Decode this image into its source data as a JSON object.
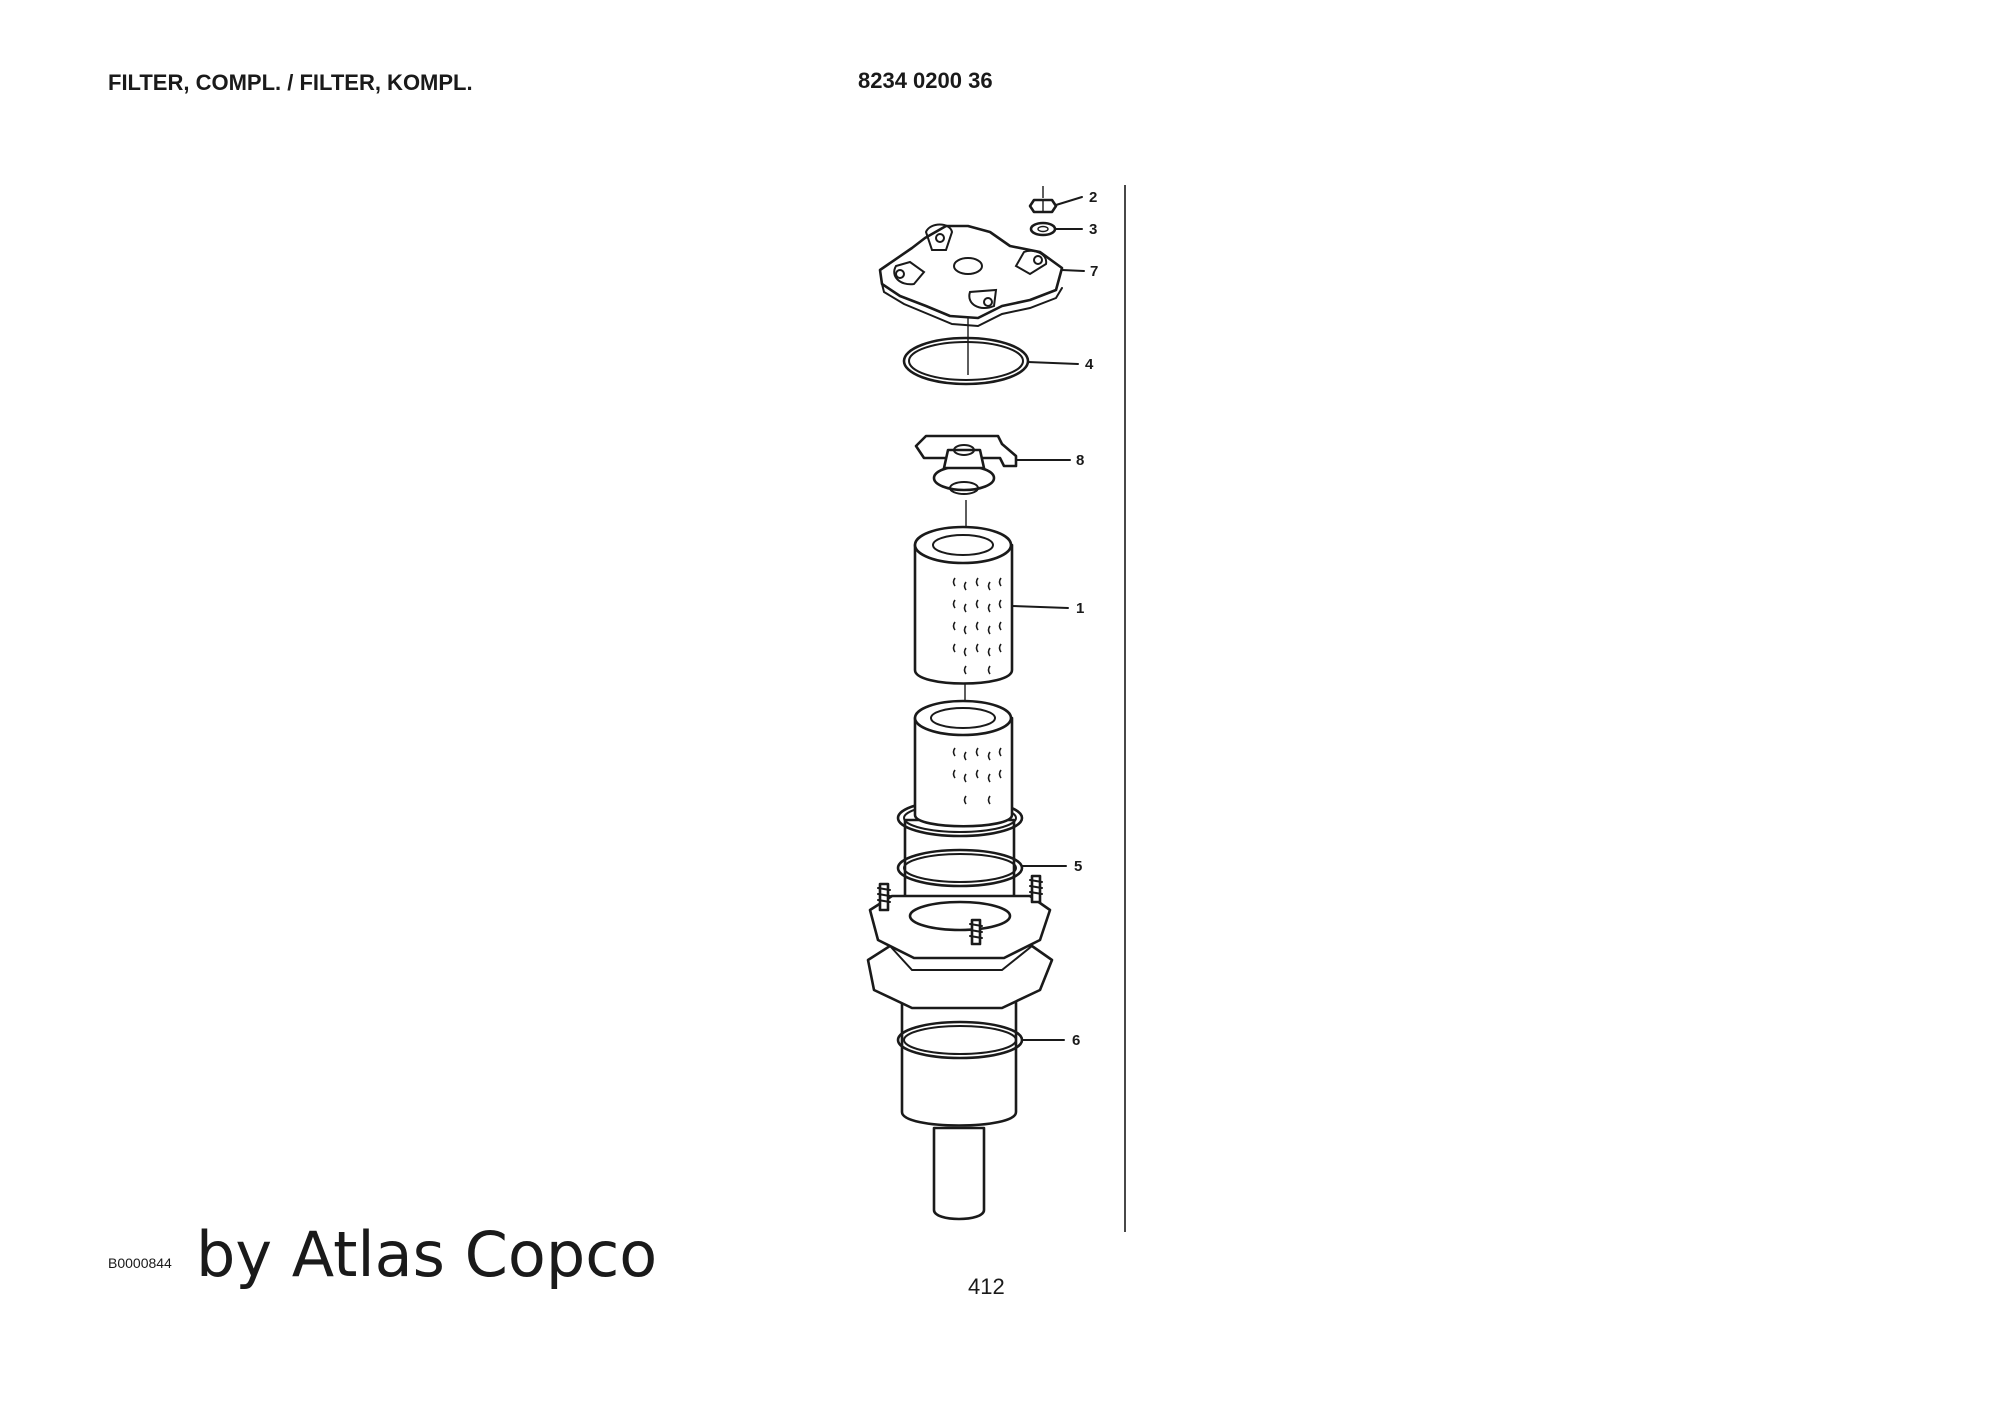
{
  "header": {
    "title": "FILTER, COMPL. / FILTER, KOMPL.",
    "part_number": "8234 0200 36"
  },
  "footer": {
    "drawing_id": "B0000844",
    "brand": "by Atlas Copco",
    "page_number": "412"
  },
  "callouts": {
    "seal_ring_upper": "5",
    "flange_seal_lower": "6",
    "cover_nut": "2",
    "washer": "3",
    "cover": "7",
    "cover_o_ring": "4",
    "valve_bracket": "8",
    "filter_element": "1"
  }
}
